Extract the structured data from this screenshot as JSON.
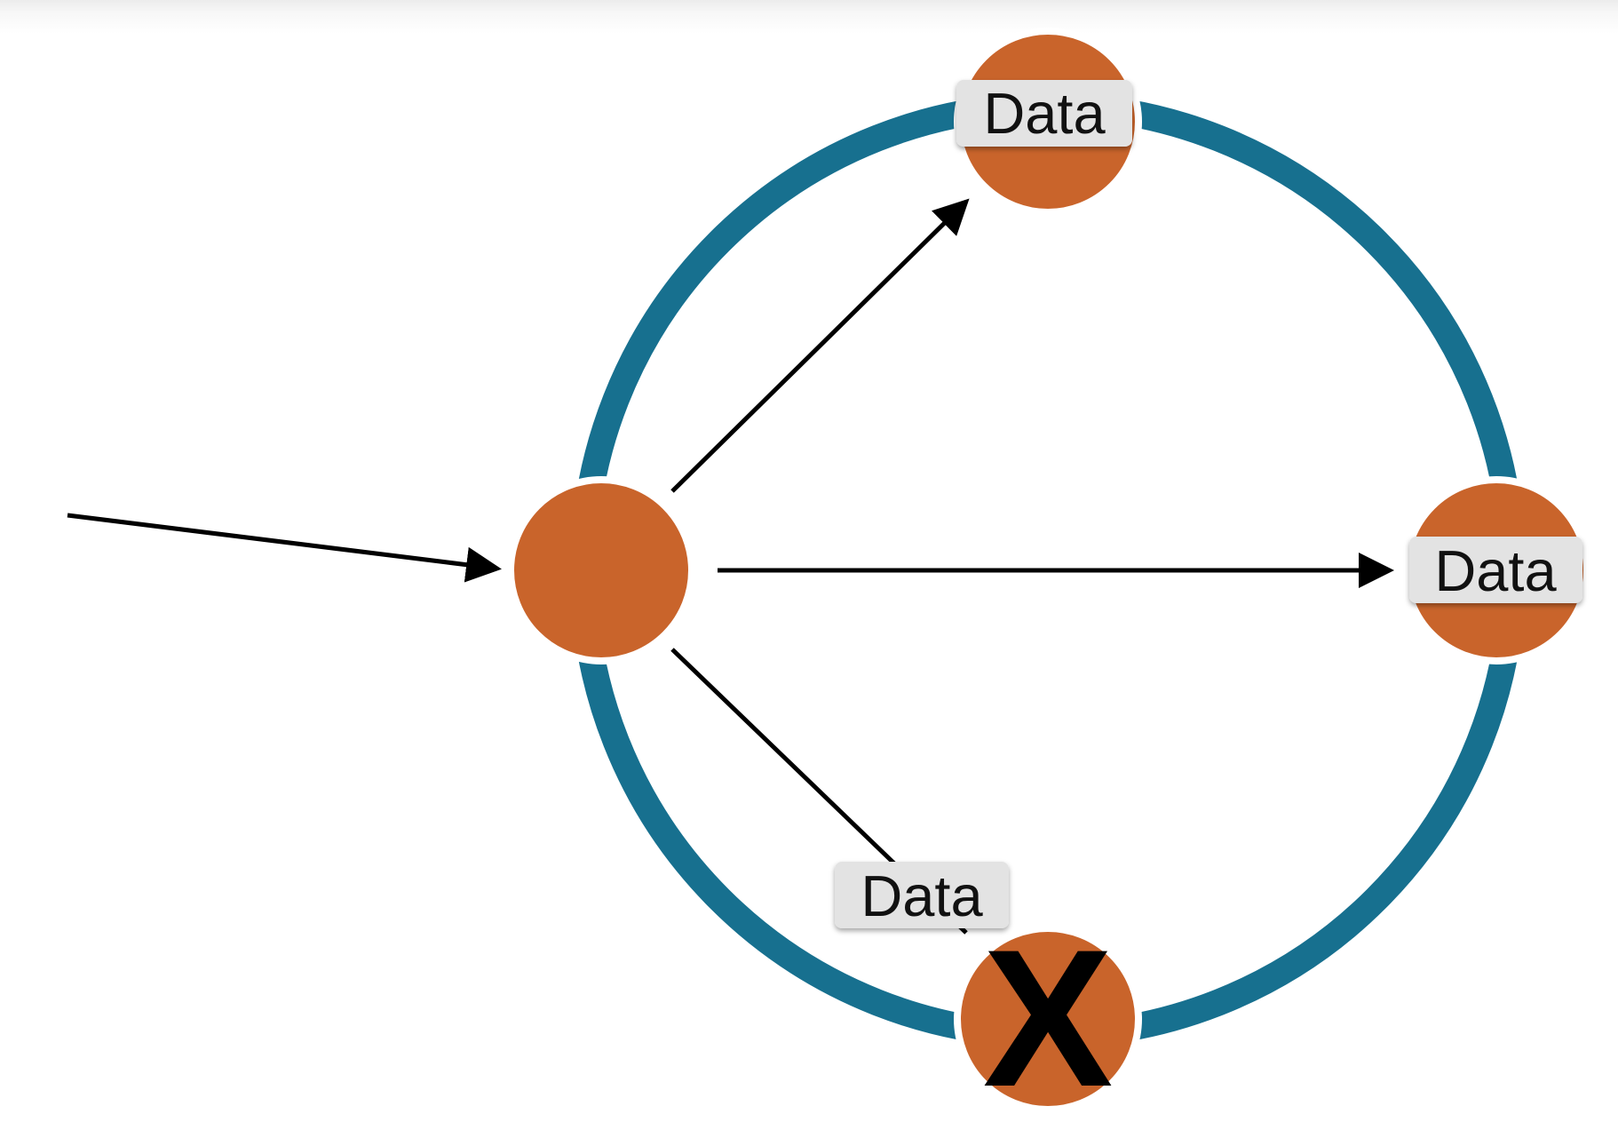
{
  "colors": {
    "ring": "#17708f",
    "node": "#c9642b",
    "label_fill": "#e3e3e3",
    "arrow": "#000000"
  },
  "labels": {
    "top_node": "Data",
    "right_node": "Data",
    "bottom_packet": "Data",
    "failed_marker": "X"
  }
}
